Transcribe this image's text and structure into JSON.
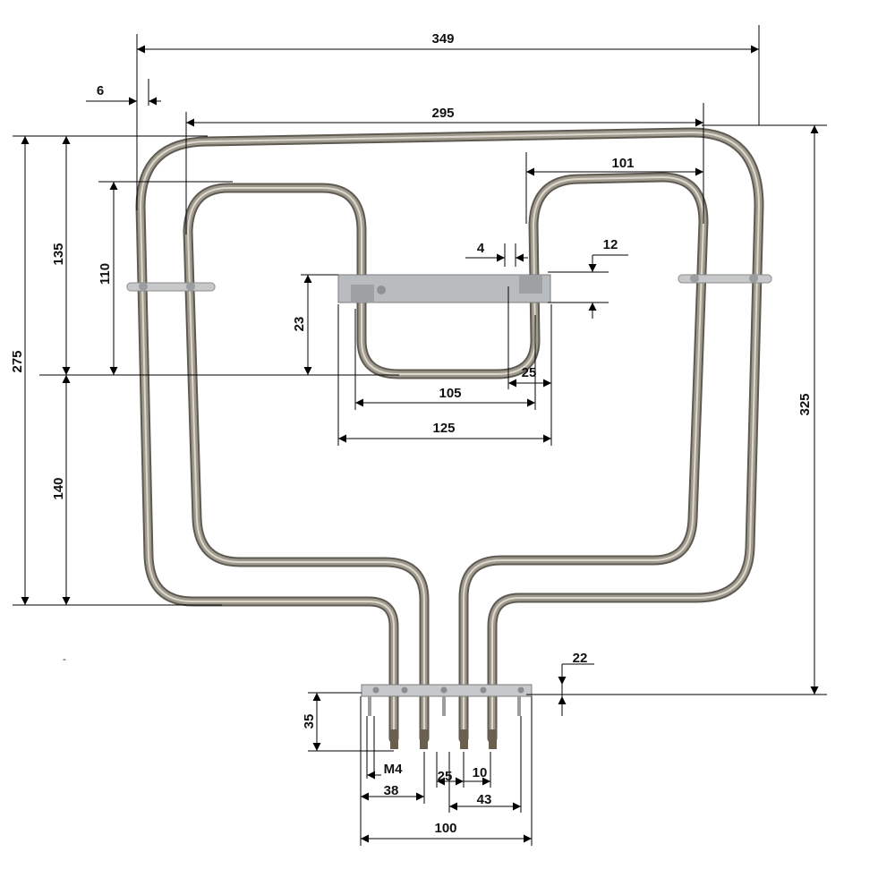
{
  "colors": {
    "background": "#ffffff",
    "dimension_line": "#000000",
    "tube_dark": "#5e5a52",
    "tube_mid": "#a09a8e",
    "tube_light": "#dcd8ce",
    "plate": "#b9bcbf",
    "bracket": "#c6c8ca"
  },
  "dimensions": {
    "overall_width": "349",
    "side_offset": "6",
    "inner_loop_width": "295",
    "right_loop_width": "101",
    "gap_small": "4",
    "plate_height": "12",
    "left_height_upper": "135",
    "left_inner_height": "110",
    "left_total_height": "275",
    "left_lower_height": "140",
    "center_loop_depth": "23",
    "center_right_offset": "25",
    "center_loop_width": "105",
    "plate_width": "125",
    "overall_height": "325",
    "terminal_offset": "22",
    "terminal_length": "35",
    "thread": "M4",
    "terminal_spacing_left": "38",
    "terminal_spacing_center": "25",
    "terminal_spacing_pair": "10",
    "terminal_spacing_right": "43",
    "bracket_width": "100"
  },
  "misc": {
    "dash_mark": "-"
  }
}
